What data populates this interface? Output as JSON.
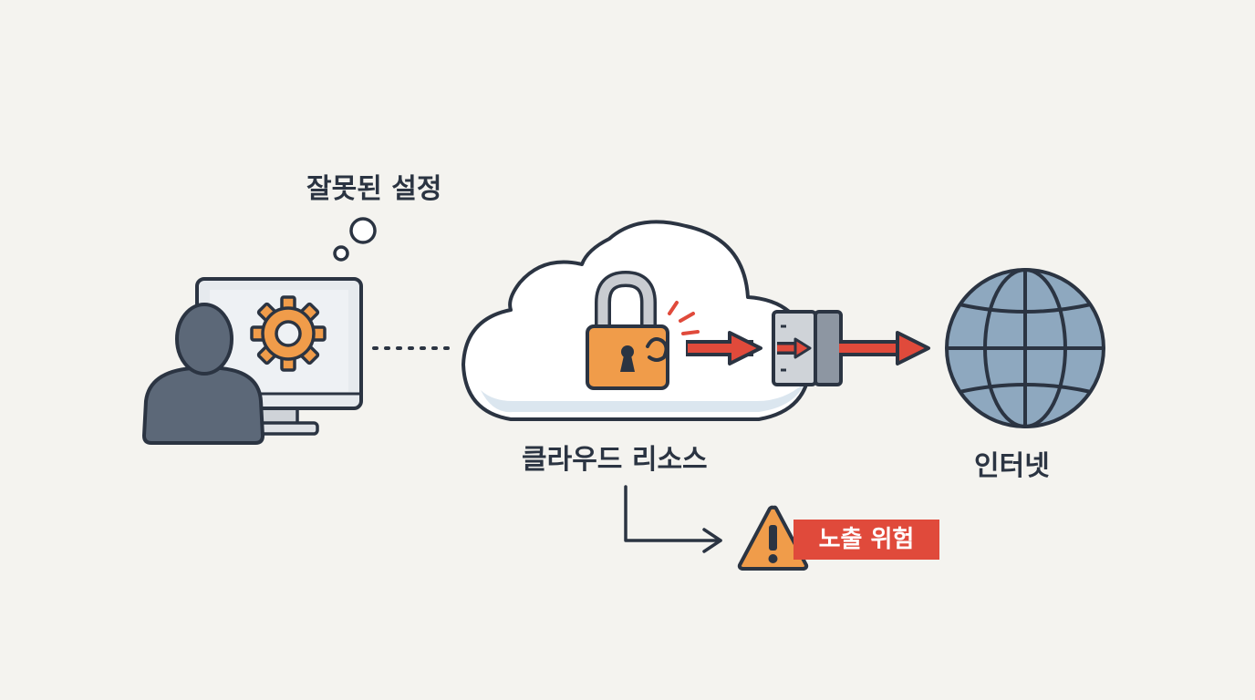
{
  "labels": {
    "misconfiguration": "잘못된 설정",
    "cloud_resource": "클라우드 리소스",
    "internet": "인터넷",
    "exposure_risk": "노출 위험"
  },
  "icons": {
    "user": "person-icon",
    "monitor": "monitor-icon",
    "settings": "gear-icon",
    "thought": "thought-bubble-icon",
    "cloud": "cloud-icon",
    "lock": "broken-padlock-icon",
    "port": "open-port-icon",
    "globe": "globe-icon",
    "warning": "warning-icon"
  },
  "colors": {
    "background": "#f4f3ef",
    "outline": "#2b3442",
    "accent_orange": "#f09c4a",
    "danger_red": "#e04a3b",
    "globe_blue": "#8ea8bf",
    "person_gray": "#5c6878",
    "cloud_fill": "#ffffff",
    "cloud_shadow": "#dbe6ef"
  }
}
